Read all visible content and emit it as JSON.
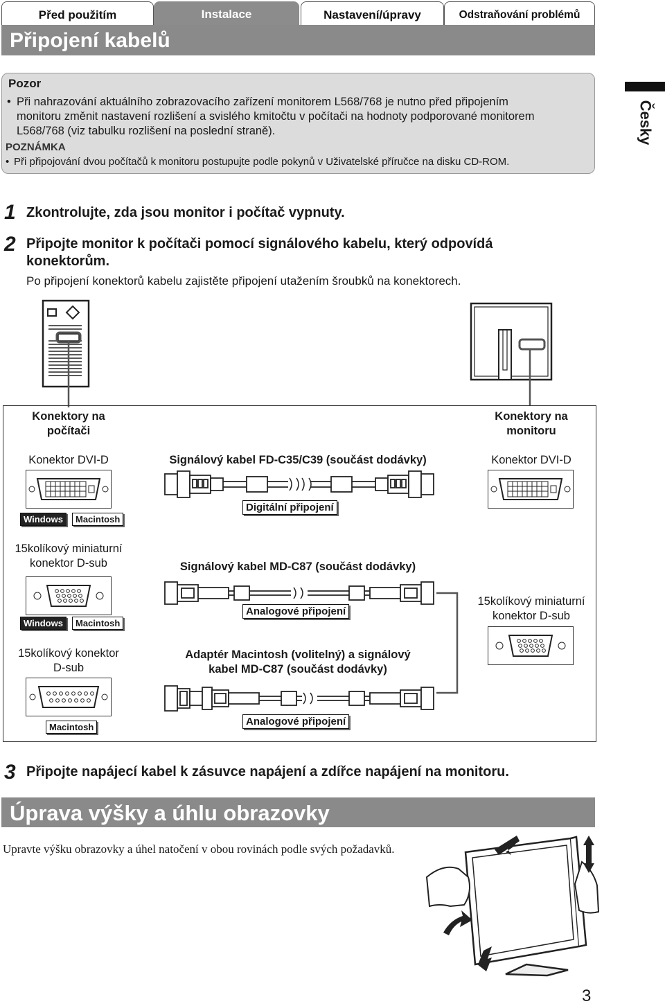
{
  "tabs": [
    "Před použitím",
    "Instalace",
    "Nastavení/úpravy",
    "Odstraňování problémů"
  ],
  "section_title": "Připojení kabelů",
  "side_tab": "Česky",
  "caution": {
    "title": "Pozor",
    "bullet1_lines": [
      "Při nahrazování aktuálního zobrazovacího zařízení monitorem L568/768 je nutno před připojením",
      "monitoru změnit nastavení rozlišení a svislého kmitočtu v počítači na hodnoty podporované monitorem",
      "L568/768  (viz tabulku rozlišení na poslední straně)."
    ],
    "note_title": "POZNÁMKA",
    "note_text": "Při připojování dvou počítačů k monitoru postupujte podle pokynů v Uživatelské příručce na disku CD-ROM."
  },
  "steps": {
    "s1_num": "1",
    "s1_text": "Zkontrolujte, zda jsou monitor i počítač vypnuty.",
    "s2_num": "2",
    "s2_line1": "Připojte monitor k počítači pomocí signálového kabelu, který odpovídá",
    "s2_line2": "konektorům.",
    "s2_sub": "Po připojení konektorů kabelu zajistěte připojení utažením šroubků na konektorech.",
    "s3_num": "3",
    "s3_text": "Připojte napájecí kabel k zásuvce napájení a zdířce napájení na monitoru."
  },
  "diagram": {
    "pc_header_1": "Konektory na",
    "pc_header_2": "počítači",
    "mon_header_1": "Konektory na",
    "mon_header_2": "monitoru",
    "row1_pc_label": "Konektor DVI-D",
    "row1_cable": "Signálový kabel FD-C35/C39 (součást dodávky)",
    "row1_mon_label": "Konektor DVI-D",
    "row1_conn_type": "Digitální připojení",
    "badge_windows": "Windows",
    "badge_mac": "Macintosh",
    "row2_pc_label_1": "15kolíkový miniaturní",
    "row2_pc_label_2": "konektor D-sub",
    "row2_cable": "Signálový kabel MD-C87 (součást dodávky)",
    "row2_mon_label_1": "15kolíkový miniaturní",
    "row2_mon_label_2": "konektor D-sub",
    "row2_conn_type": "Analogové připojení",
    "row3_pc_label_1": "15kolíkový konektor",
    "row3_pc_label_2": "D-sub",
    "row3_cable_1": "Adaptér Macintosh (volitelný) a signálový",
    "row3_cable_2": "kabel MD-C87 (součást dodávky)",
    "row3_conn_type": "Analogové připojení"
  },
  "section2_title": "Úprava výšky a úhlu obrazovky",
  "section2_text": "Upravte výšku obrazovky a úhel natočení v obou rovinách podle svých požadavků.",
  "page_number": "3"
}
